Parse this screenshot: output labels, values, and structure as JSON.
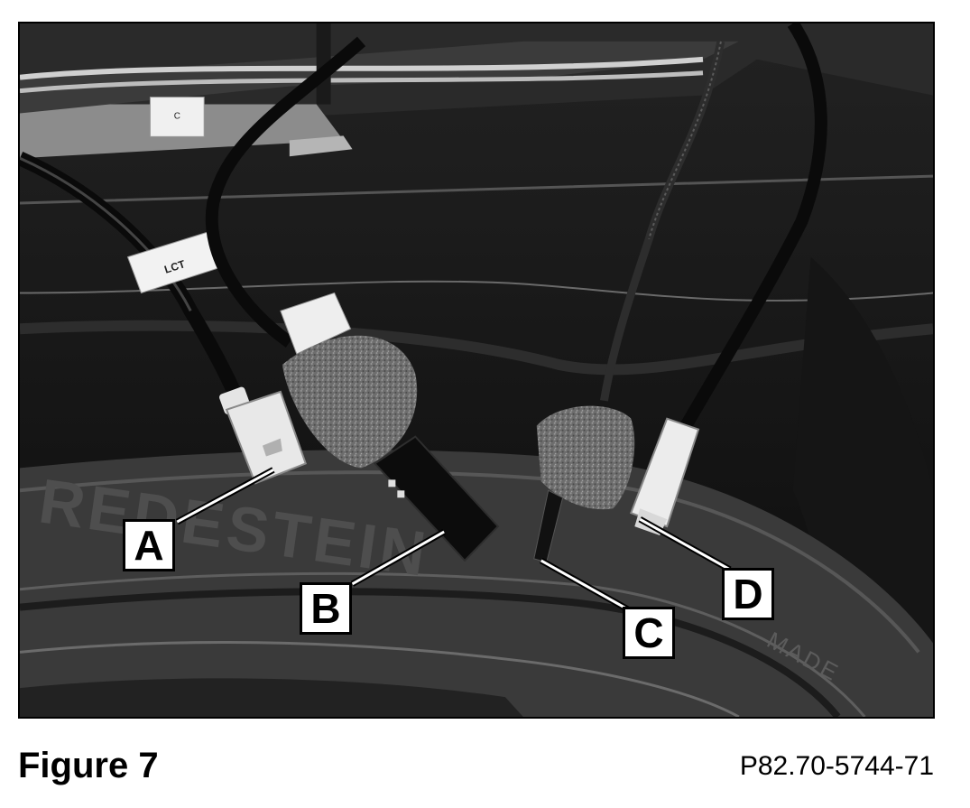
{
  "figure": {
    "title": "Figure 7",
    "reference": "P82.70-5744-71"
  },
  "photo": {
    "tags": {
      "tag_c": "C",
      "tag_lct": "LCT"
    },
    "tire_text": {
      "brand": "REDESTEIN",
      "made": "MADE"
    }
  },
  "callouts": {
    "a": "A",
    "b": "B",
    "c": "C",
    "d": "D"
  }
}
